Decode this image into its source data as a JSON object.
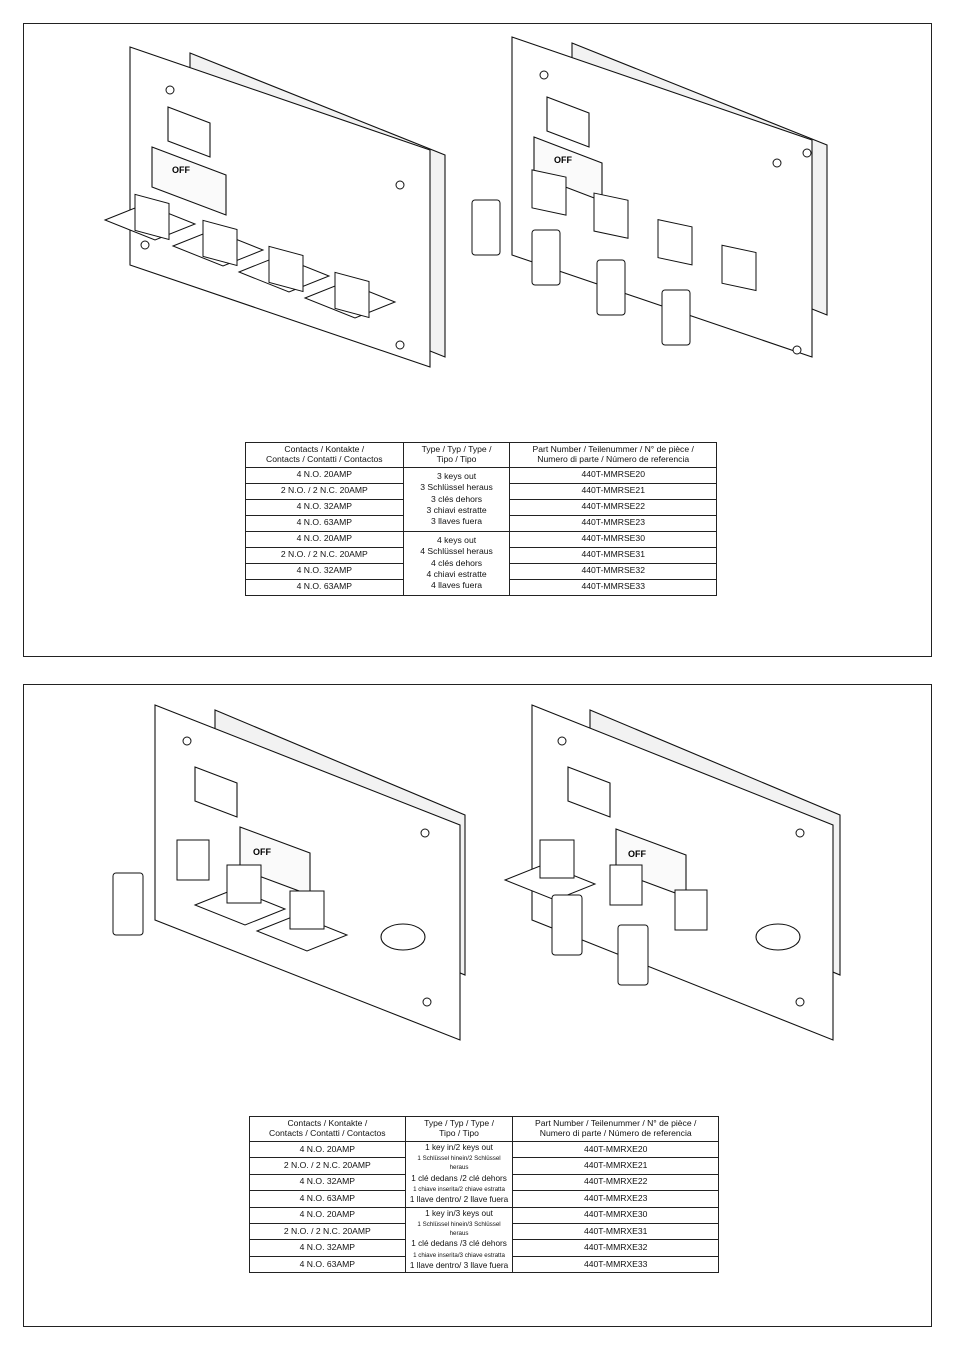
{
  "top": {
    "headers": {
      "contacts": [
        "Contacts / Kontakte /",
        "Contacts / Contatti / Contactos"
      ],
      "type": [
        "Type / Typ  / Type /",
        "Tipo / Tipo"
      ],
      "part": [
        "Part Number / Teilenummer / N° de pièce /",
        "Numero di parte / Número de referencia"
      ]
    },
    "groups": [
      {
        "type_lines": [
          "3 keys out",
          "3 Schlüssel heraus",
          "3 clés dehors",
          "3 chiavi estratte",
          "3 llaves fuera"
        ],
        "rows": [
          {
            "contacts": "4 N.O. 20AMP",
            "part": "440T-MMRSE20"
          },
          {
            "contacts": "2 N.O. / 2 N.C. 20AMP",
            "part": "440T-MMRSE21"
          },
          {
            "contacts": "4 N.O. 32AMP",
            "part": "440T-MMRSE22"
          },
          {
            "contacts": "4 N.O. 63AMP",
            "part": "440T-MMRSE23"
          }
        ]
      },
      {
        "type_lines": [
          "4 keys out",
          "4 Schlüssel heraus",
          "4 clés dehors",
          "4 chiavi estratte",
          "4 llaves fuera"
        ],
        "rows": [
          {
            "contacts": "4 N.O. 20AMP",
            "part": "440T-MMRSE30"
          },
          {
            "contacts": "2 N.O. / 2 N.C. 20AMP",
            "part": "440T-MMRSE31"
          },
          {
            "contacts": "4 N.O. 32AMP",
            "part": "440T-MMRSE32"
          },
          {
            "contacts": "4 N.O. 63AMP",
            "part": "440T-MMRSE33"
          }
        ]
      }
    ]
  },
  "bottom": {
    "headers": {
      "contacts": [
        "Contacts / Kontakte /",
        "Contacts / Contatti / Contactos"
      ],
      "type": [
        "Type / Typ  / Type /",
        "Tipo / Tipo"
      ],
      "part": [
        "Part Number / Teilenummer / N° de pièce /",
        "Numero di parte / Número de referencia"
      ]
    },
    "groups": [
      {
        "type_lines": [
          "1 key in/2 keys out",
          "1 Schlüssel hinein/2 Schlüssel heraus",
          "1 clé dedans /2 clé dehors",
          "1 chiave inserita/2 chiave estratta",
          "1 llave dentro/ 2 llave fuera"
        ],
        "rows": [
          {
            "contacts": "4 N.O. 20AMP",
            "part": "440T-MMRXE20"
          },
          {
            "contacts": "2 N.O. / 2 N.C. 20AMP",
            "part": "440T-MMRXE21"
          },
          {
            "contacts": "4 N.O. 32AMP",
            "part": "440T-MMRXE22"
          },
          {
            "contacts": "4 N.O. 63AMP",
            "part": "440T-MMRXE23"
          }
        ]
      },
      {
        "type_lines": [
          "1 key in/3 keys out",
          "1 Schlüssel hinein/3 Schlüssel heraus",
          "1 clé dedans /3 clé dehors",
          "1 chiave inserita/3 chiave estratta",
          "1 llave dentro/ 3 llave fuera"
        ],
        "rows": [
          {
            "contacts": "4 N.O. 20AMP",
            "part": "440T-MMRXE30"
          },
          {
            "contacts": "2 N.O. / 2 N.C. 20AMP",
            "part": "440T-MMRXE31"
          },
          {
            "contacts": "4 N.O. 32AMP",
            "part": "440T-MMRXE32"
          },
          {
            "contacts": "4 N.O. 63AMP",
            "part": "440T-MMRXE33"
          }
        ]
      }
    ]
  },
  "drawing_labels": {
    "off": "OFF"
  }
}
